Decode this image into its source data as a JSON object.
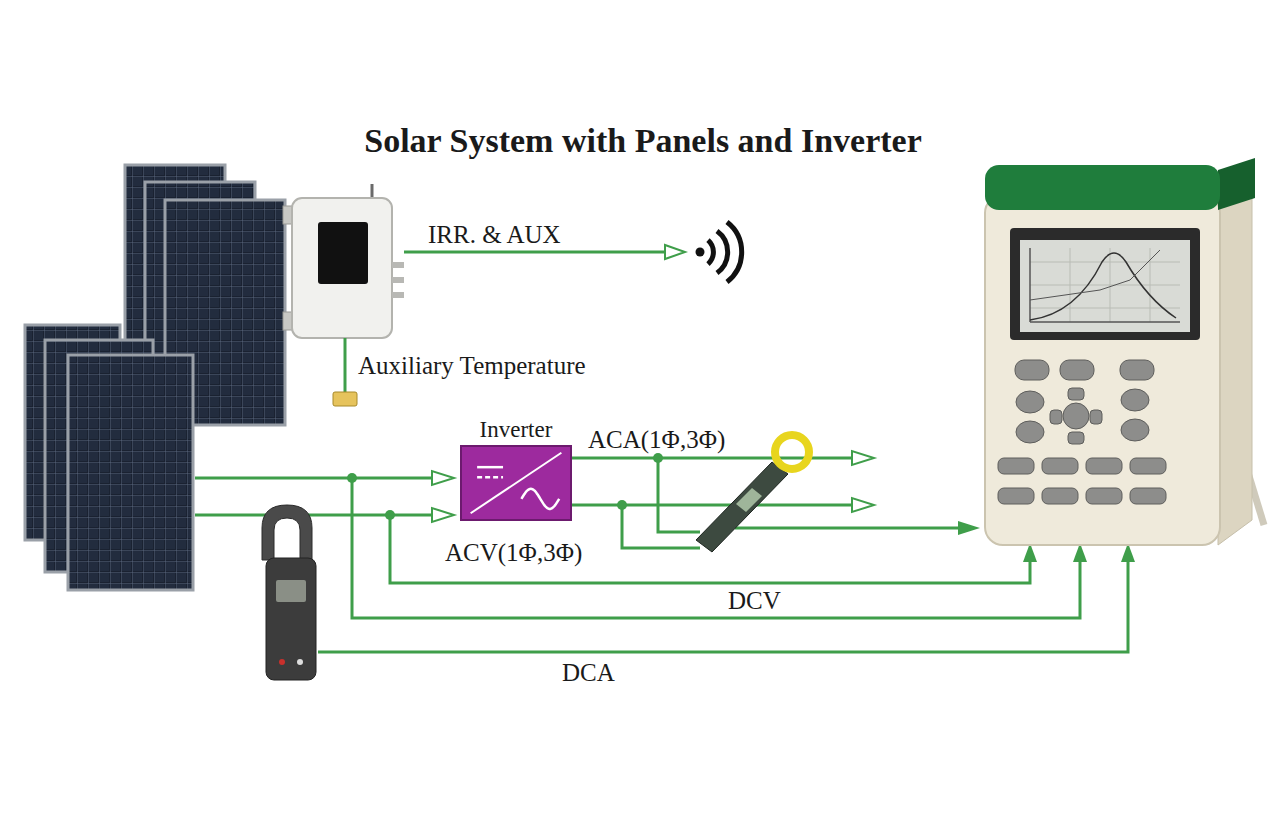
{
  "diagram": {
    "title": "Solar System with Panels and Inverter",
    "nodes": [
      {
        "text": [
          "Inverter"
        ]
      }
    ],
    "labels": [
      "IRR. & AUX",
      "Auxiliary Temperature",
      "ACA(1Φ,3Φ)",
      "ACV(1Φ,3Φ)",
      "DCV",
      "DCA"
    ]
  }
}
